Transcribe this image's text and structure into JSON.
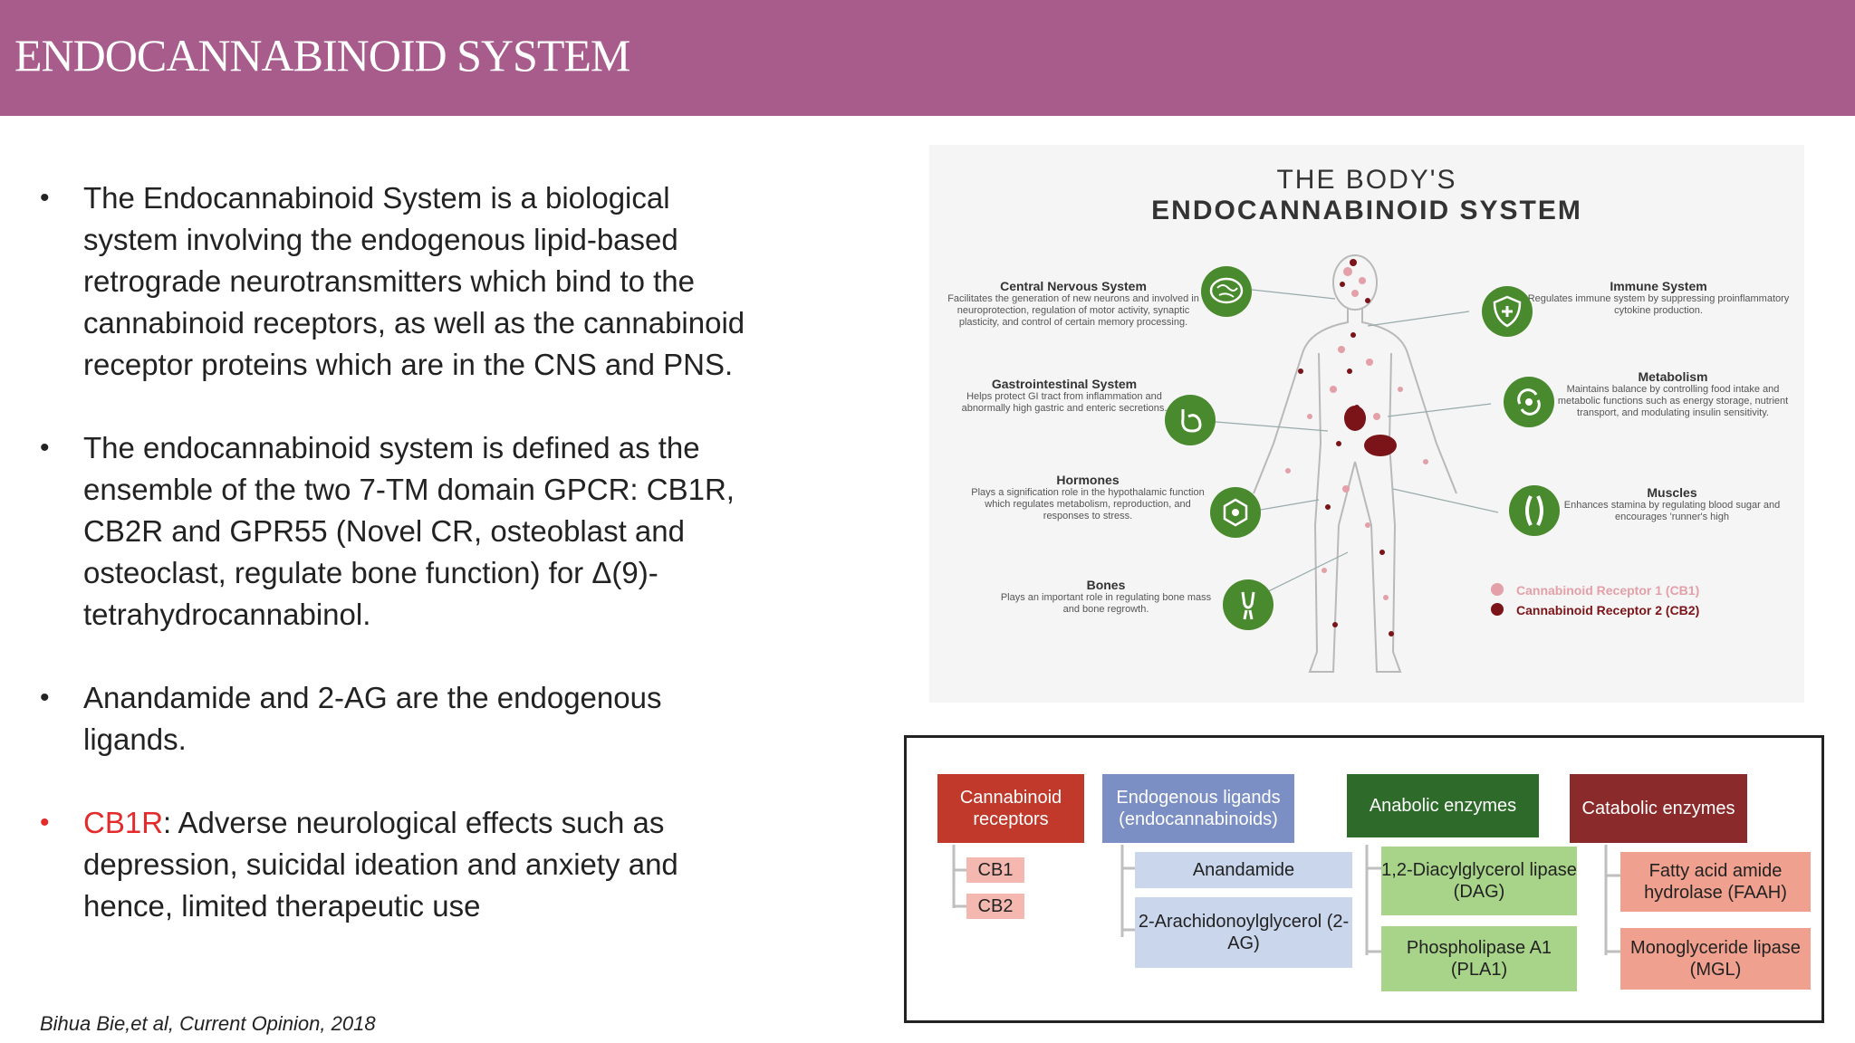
{
  "slide": {
    "title": "ENDOCANNABINOID SYSTEM"
  },
  "bullets": [
    {
      "text": "The Endocannabinoid System is a biological system involving the endogenous lipid-based retrograde neurotransmitters which bind to the cannabinoid receptors, as well as the cannabinoid receptor proteins which are in the CNS and PNS."
    },
    {
      "text": "The endocannabinoid system is defined as the ensemble of the two 7-TM domain GPCR: CB1R, CB2R and GPR55 (Novel CR, osteoblast and osteoclast, regulate bone function) for Δ(9)-tetrahydrocannabinol."
    },
    {
      "text": "Anandamide and 2-AG are the endogenous ligands."
    },
    {
      "highlight": "CB1R",
      "text": ": Adverse neurological effects such as depression, suicidal ideation and anxiety and hence, limited therapeutic use"
    }
  ],
  "citation": "Bihua Bie,et al, Current Opinion, 2018",
  "infographic": {
    "title_line1": "THE BODY'S",
    "title_line2": "ENDOCANNABINOID SYSTEM",
    "systems": {
      "cns": {
        "name": "Central Nervous System",
        "desc": "Facilitates the generation of new neurons and involved in neuroprotection, regulation of motor activity, synaptic plasticity, and control of certain memory processing.",
        "icon": "brain-icon"
      },
      "gi": {
        "name": "Gastrointestinal System",
        "desc": "Helps protect GI tract from inflammation and abnormally high gastric and enteric secretions.",
        "icon": "stomach-icon"
      },
      "hormones": {
        "name": "Hormones",
        "desc": "Plays a signification role in the hypothalamic function which regulates metabolism, reproduction, and responses to stress.",
        "icon": "molecule-icon"
      },
      "bones": {
        "name": "Bones",
        "desc": "Plays an important role in regulating bone mass and bone regrowth.",
        "icon": "bone-joint-icon"
      },
      "immune": {
        "name": "Immune System",
        "desc": "Regulates immune system by suppressing proinflammatory cytokine production.",
        "icon": "shield-plus-icon"
      },
      "metabolism": {
        "name": "Metabolism",
        "desc": "Maintains balance by controlling food intake and metabolic functions such as energy storage, nutrient transport, and modulating insulin sensitivity.",
        "icon": "recycle-icon"
      },
      "muscles": {
        "name": "Muscles",
        "desc": "Enhances stamina by regulating blood sugar and encourages 'runner's high",
        "icon": "muscle-icon"
      }
    },
    "legend": [
      {
        "label": "Cannabinoid Receptor 1 (CB1)",
        "color": "#e3a0a8"
      },
      {
        "label": "Cannabinoid Receptor 2 (CB2)",
        "color": "#7a1418"
      }
    ],
    "colors": {
      "icon_green": "#4a8a2e",
      "cb1": "#e3a0a8",
      "cb2": "#7a1418"
    }
  },
  "enzyme_table": {
    "columns": [
      {
        "header": "Cannabinoid receptors",
        "color": "#c0392b",
        "sub_color": "#f4b8b0",
        "items": [
          "CB1",
          "CB2"
        ]
      },
      {
        "header": "Endogenous ligands (endocannabinoids)",
        "color": "#7b8fc4",
        "sub_color": "#c9d6ec",
        "items": [
          "Anandamide",
          "2-Arachidonoylglycerol (2-AG)"
        ]
      },
      {
        "header": "Anabolic enzymes",
        "color": "#2e6b2a",
        "sub_color": "#a8d48a",
        "items": [
          "1,2-Diacylglycerol lipase (DAG)",
          "Phospholipase A1 (PLA1)"
        ]
      },
      {
        "header": "Catabolic enzymes",
        "color": "#8b2a2a",
        "sub_color": "#f0a08e",
        "items": [
          "Fatty acid amide hydrolase (FAAH)",
          "Monoglyceride lipase (MGL)"
        ]
      }
    ]
  }
}
